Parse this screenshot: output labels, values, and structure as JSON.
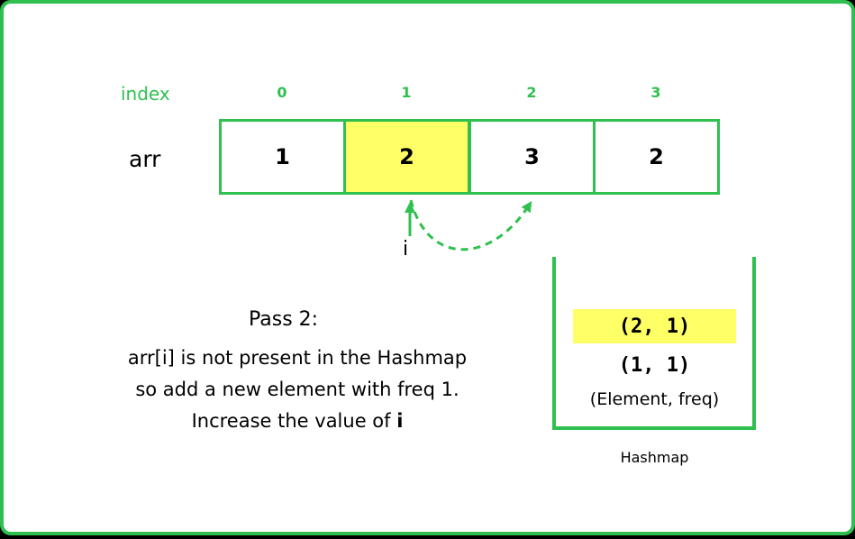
{
  "index_label": "index",
  "arr_label": "arr",
  "indices": [
    "0",
    "1",
    "2",
    "3"
  ],
  "array": [
    {
      "value": "1",
      "highlighted": false
    },
    {
      "value": "2",
      "highlighted": true
    },
    {
      "value": "3",
      "highlighted": false
    },
    {
      "value": "2",
      "highlighted": false
    }
  ],
  "pointer_label": "i",
  "pass_title": "Pass 2:",
  "description": {
    "line1": "arr[i] is not present in the Hashmap",
    "line2": "so add a new element with freq 1.",
    "line3_prefix": "Increase the value of ",
    "line3_var": "i"
  },
  "hashmap": {
    "entries": [
      {
        "text": "(2, 1)",
        "highlighted": true
      },
      {
        "text": "(1, 1)",
        "highlighted": false
      }
    ],
    "header": "(Element, freq)",
    "caption": "Hashmap"
  },
  "colors": {
    "accent": "#2fc04f",
    "highlight": "#ffff66"
  }
}
